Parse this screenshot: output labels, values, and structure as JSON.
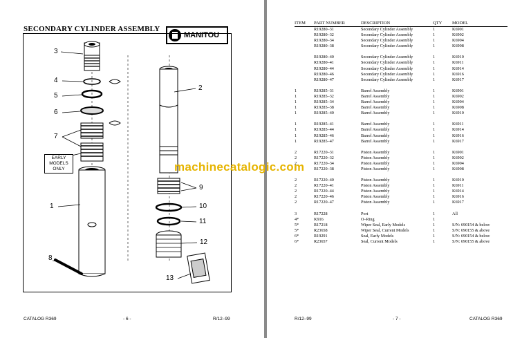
{
  "left": {
    "title": "SECONDARY CYLINDER ASSEMBLY",
    "logo": "MANITOU",
    "note": [
      "EARLY",
      "MODELS",
      "ONLY"
    ],
    "callouts": [
      "3",
      "4",
      "5",
      "6",
      "7",
      "7",
      "1",
      "8",
      "2",
      "9",
      "10",
      "11",
      "12",
      "13"
    ],
    "footer": {
      "catalog": "CATALOG R369",
      "page": "- 6 -",
      "date": "R/12–99"
    }
  },
  "right": {
    "headers": [
      "ITEM",
      "PART NUMBER",
      "DESCRIPTION",
      "QTY",
      "MODEL"
    ],
    "groups": [
      [
        [
          "",
          "R19280–31",
          "Secondary Cylinder Assembly",
          "1",
          "K6901"
        ],
        [
          "",
          "R19280–32",
          "Secondary Cylinder Assembly",
          "1",
          "K6902"
        ],
        [
          "",
          "R19280–34",
          "Secondary Cylinder Assembly",
          "1",
          "K6904"
        ],
        [
          "",
          "R19280–38",
          "Secondary Cylinder Assembly",
          "1",
          "K6908"
        ]
      ],
      [
        [
          "",
          "R19280–40",
          "Secondary Cylinder Assembly",
          "1",
          "K6910"
        ],
        [
          "",
          "R19280–41",
          "Secondary Cylinder Assembly",
          "1",
          "K6911"
        ],
        [
          "",
          "R19280–44",
          "Secondary Cylinder Assembly",
          "1",
          "K6914"
        ],
        [
          "",
          "R19280–46",
          "Secondary Cylinder Assembly",
          "1",
          "K6916"
        ],
        [
          "",
          "R19280–47",
          "Secondary Cylinder Assembly",
          "1",
          "K6917"
        ]
      ],
      [
        [
          "1",
          "R19285–31",
          "Barrel Assembly",
          "1",
          "K6901"
        ],
        [
          "1",
          "R19285–32",
          "Barrel Assembly",
          "1",
          "K6902"
        ],
        [
          "1",
          "R19285–34",
          "Barrel Assembly",
          "1",
          "K6904"
        ],
        [
          "1",
          "R19285–38",
          "Barrel Assembly",
          "1",
          "K6908"
        ],
        [
          "1",
          "R19285–40",
          "Barrel Assembly",
          "1",
          "K6910"
        ]
      ],
      [
        [
          "1",
          "R19285–41",
          "Barrel Assembly",
          "1",
          "K6911"
        ],
        [
          "1",
          "R19285–44",
          "Barrel Assembly",
          "1",
          "K6914"
        ],
        [
          "1",
          "R19285–46",
          "Barrel Assembly",
          "1",
          "K6916"
        ],
        [
          "1",
          "R19285–47",
          "Barrel Assembly",
          "1",
          "K6917"
        ]
      ],
      [
        [
          "2",
          "R17220–31",
          "Piston Assembly",
          "1",
          "K6901"
        ],
        [
          "2",
          "R17220–32",
          "Piston Assembly",
          "1",
          "K6902"
        ],
        [
          "2",
          "R17220–34",
          "Piston Assembly",
          "1",
          "K6904"
        ],
        [
          "2",
          "R17220–38",
          "Piston Assembly",
          "1",
          "K6908"
        ]
      ],
      [
        [
          "2",
          "R17220–40",
          "Piston Assembly",
          "1",
          "K6910"
        ],
        [
          "2",
          "R17220–41",
          "Piston Assembly",
          "1",
          "K6911"
        ],
        [
          "2",
          "R17220–44",
          "Piston Assembly",
          "1",
          "K6914"
        ],
        [
          "2",
          "R17220–46",
          "Piston Assembly",
          "1",
          "K6916"
        ],
        [
          "2",
          "R17220–47",
          "Piston Assembly",
          "1",
          "K6917"
        ]
      ],
      [
        [
          "3",
          "R17228",
          "Port",
          "1",
          "All"
        ],
        [
          "4*",
          "K916",
          "O–Ring",
          "1",
          ""
        ],
        [
          "5*",
          "R17218",
          "Wiper Seal, Early Models",
          "1",
          "S/N: 690154 & below"
        ],
        [
          "5*",
          "R23658",
          "Wiper Seal, Current Models",
          "1",
          "S/N: 690155 & above"
        ],
        [
          "6*",
          "R19291",
          "Seal, Early Models",
          "1",
          "S/N: 690154 & below"
        ],
        [
          "6*",
          "R23657",
          "Seal, Current Models",
          "1",
          "S/N: 690155 & above"
        ]
      ]
    ],
    "footer": {
      "date": "R/12–99",
      "page": "- 7 -",
      "catalog": "CATALOG R369"
    }
  },
  "watermark": "machinecatalogic.com"
}
